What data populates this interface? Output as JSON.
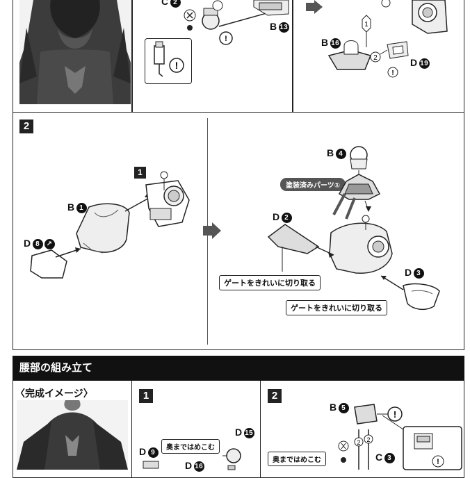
{
  "top_strip": {
    "left_parts": {
      "c_label": "C",
      "c_num": "2",
      "b_label": "B",
      "b_num": "13"
    },
    "right_parts": {
      "b_label": "B",
      "b_num": "16",
      "d_label": "D",
      "d_num": "19",
      "step_a": "1",
      "step_b": "2"
    }
  },
  "panel2": {
    "step_number": "2",
    "left": {
      "sub_step_tag": "1",
      "b_label": "B",
      "b_num": "1",
      "d_label": "D",
      "d_num": "8"
    },
    "right": {
      "b_label": "B",
      "b_num": "4",
      "painted_parts": "塗装済みパーツ①",
      "d2_label": "D",
      "d2_num": "2",
      "d3_label": "D",
      "d3_num": "3",
      "gate_callout_1": "ゲートをきれいに切り取る",
      "gate_callout_2": "ゲートをきれいに切り取る"
    }
  },
  "section": {
    "title": "腰部の組み立て",
    "completed_image_label": "〈完成イメージ〉",
    "step1": {
      "number": "1",
      "d_label_a": "D",
      "d_num_a": "15",
      "d_label_b": "D",
      "d_num_b": "9",
      "d_label_c": "D",
      "d_num_c": "16",
      "push_callout": "奥まではめこむ"
    },
    "step2": {
      "number": "2",
      "b_label": "B",
      "b_num": "5",
      "c_label": "C",
      "c_num": "3",
      "push_callout": "奥まではめこむ",
      "order_a": "2",
      "order_b": "2"
    }
  }
}
